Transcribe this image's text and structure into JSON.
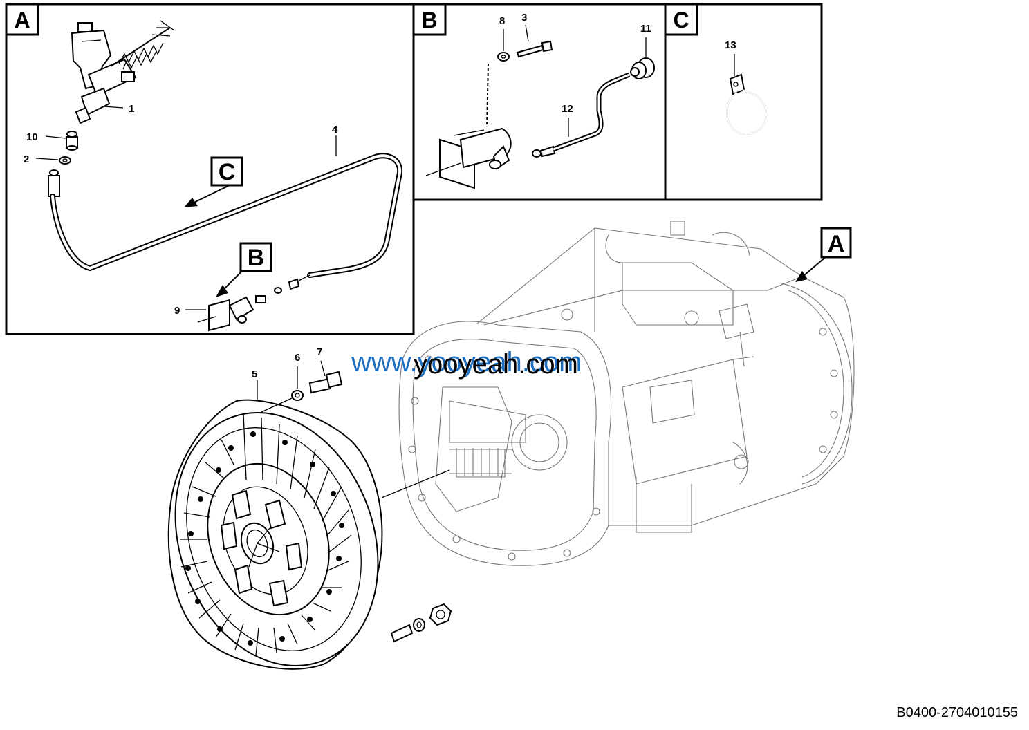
{
  "panels": {
    "a": {
      "letter": "A"
    },
    "b": {
      "letter": "B"
    },
    "c": {
      "letter": "C"
    }
  },
  "refs": {
    "c_in_a": "C",
    "b_in_a": "B",
    "a_on_gearbox": "A"
  },
  "callouts": {
    "p1": "1",
    "p2": "2",
    "p3": "3",
    "p4": "4",
    "p5": "5",
    "p6": "6",
    "p7": "7",
    "p8": "8",
    "p9": "9",
    "p10": "10",
    "p11": "11",
    "p12": "12",
    "p13": "13"
  },
  "watermark": {
    "blue": "www.yooyeah.com",
    "black": "yooyeah.com"
  },
  "drawing_code": "B0400-2704010155"
}
